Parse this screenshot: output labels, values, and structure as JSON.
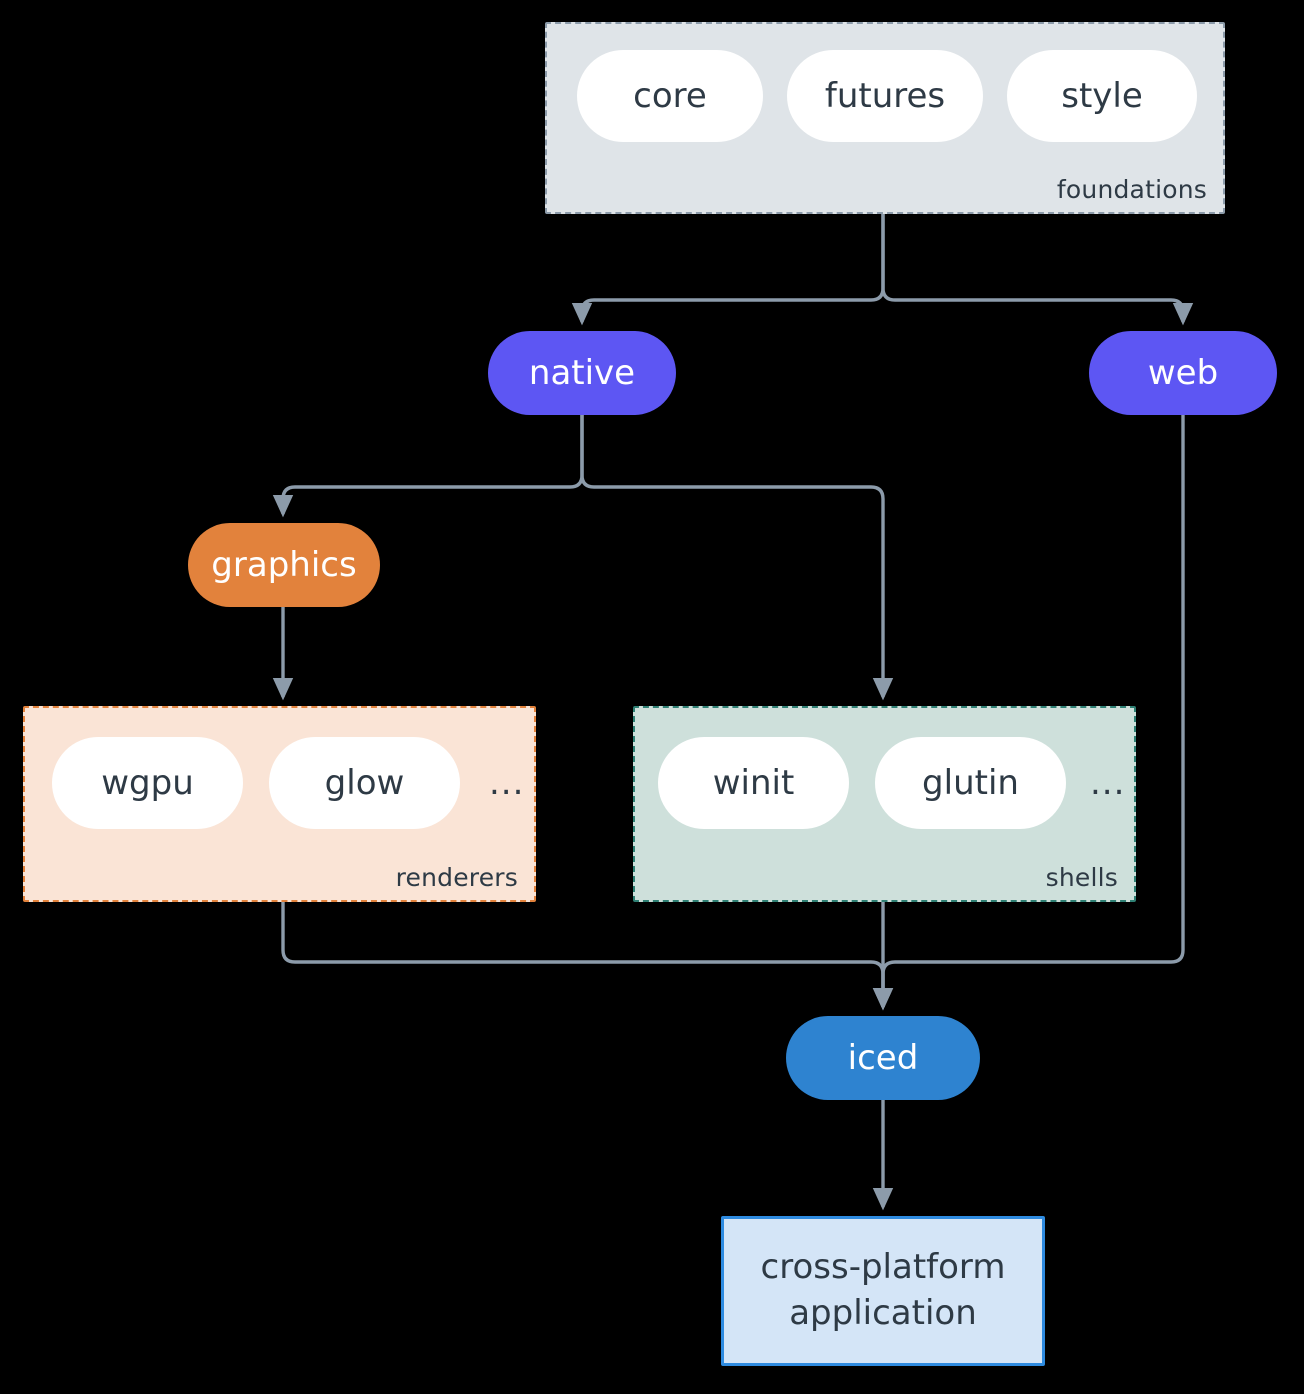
{
  "diagram": {
    "type": "architecture-flow",
    "background": "#000000",
    "edge_color": "#8C9BAA",
    "groups": [
      {
        "id": "foundations",
        "label": "foundations",
        "fill": "#DFE4E8",
        "border": "#8C9BAA",
        "border_style": "dashed",
        "items": [
          {
            "id": "core",
            "label": "core"
          },
          {
            "id": "futures",
            "label": "futures"
          },
          {
            "id": "style",
            "label": "style"
          }
        ]
      },
      {
        "id": "renderers",
        "label": "renderers",
        "fill": "#FAE4D6",
        "border": "#E2823C",
        "border_style": "dashed",
        "items": [
          {
            "id": "wgpu",
            "label": "wgpu"
          },
          {
            "id": "glow",
            "label": "glow"
          }
        ],
        "ellipsis": "..."
      },
      {
        "id": "shells",
        "label": "shells",
        "fill": "#CEE0DB",
        "border": "#2F8074",
        "border_style": "dashed",
        "items": [
          {
            "id": "winit",
            "label": "winit"
          },
          {
            "id": "glutin",
            "label": "glutin"
          }
        ],
        "ellipsis": "..."
      }
    ],
    "nodes": [
      {
        "id": "native",
        "label": "native",
        "fill": "#5D56F3",
        "text": "#FFFFFF",
        "shape": "pill"
      },
      {
        "id": "web",
        "label": "web",
        "fill": "#5D56F3",
        "text": "#FFFFFF",
        "shape": "pill"
      },
      {
        "id": "graphics",
        "label": "graphics",
        "fill": "#E2823C",
        "text": "#FFFFFF",
        "shape": "pill"
      },
      {
        "id": "iced",
        "label": "iced",
        "fill": "#2E83D0",
        "text": "#FFFFFF",
        "shape": "pill"
      }
    ],
    "application": {
      "line1": "cross-platform",
      "line2": "application",
      "fill": "#D4E5F7",
      "border": "#2E8BE0",
      "text": "#2E3A45",
      "shape": "rectangle"
    },
    "edges": [
      {
        "from": "foundations",
        "to": "native"
      },
      {
        "from": "foundations",
        "to": "web"
      },
      {
        "from": "native",
        "to": "graphics"
      },
      {
        "from": "native",
        "to": "shells"
      },
      {
        "from": "graphics",
        "to": "renderers"
      },
      {
        "from": "renderers",
        "to": "iced"
      },
      {
        "from": "shells",
        "to": "iced"
      },
      {
        "from": "web",
        "to": "iced"
      },
      {
        "from": "iced",
        "to": "application"
      }
    ]
  }
}
